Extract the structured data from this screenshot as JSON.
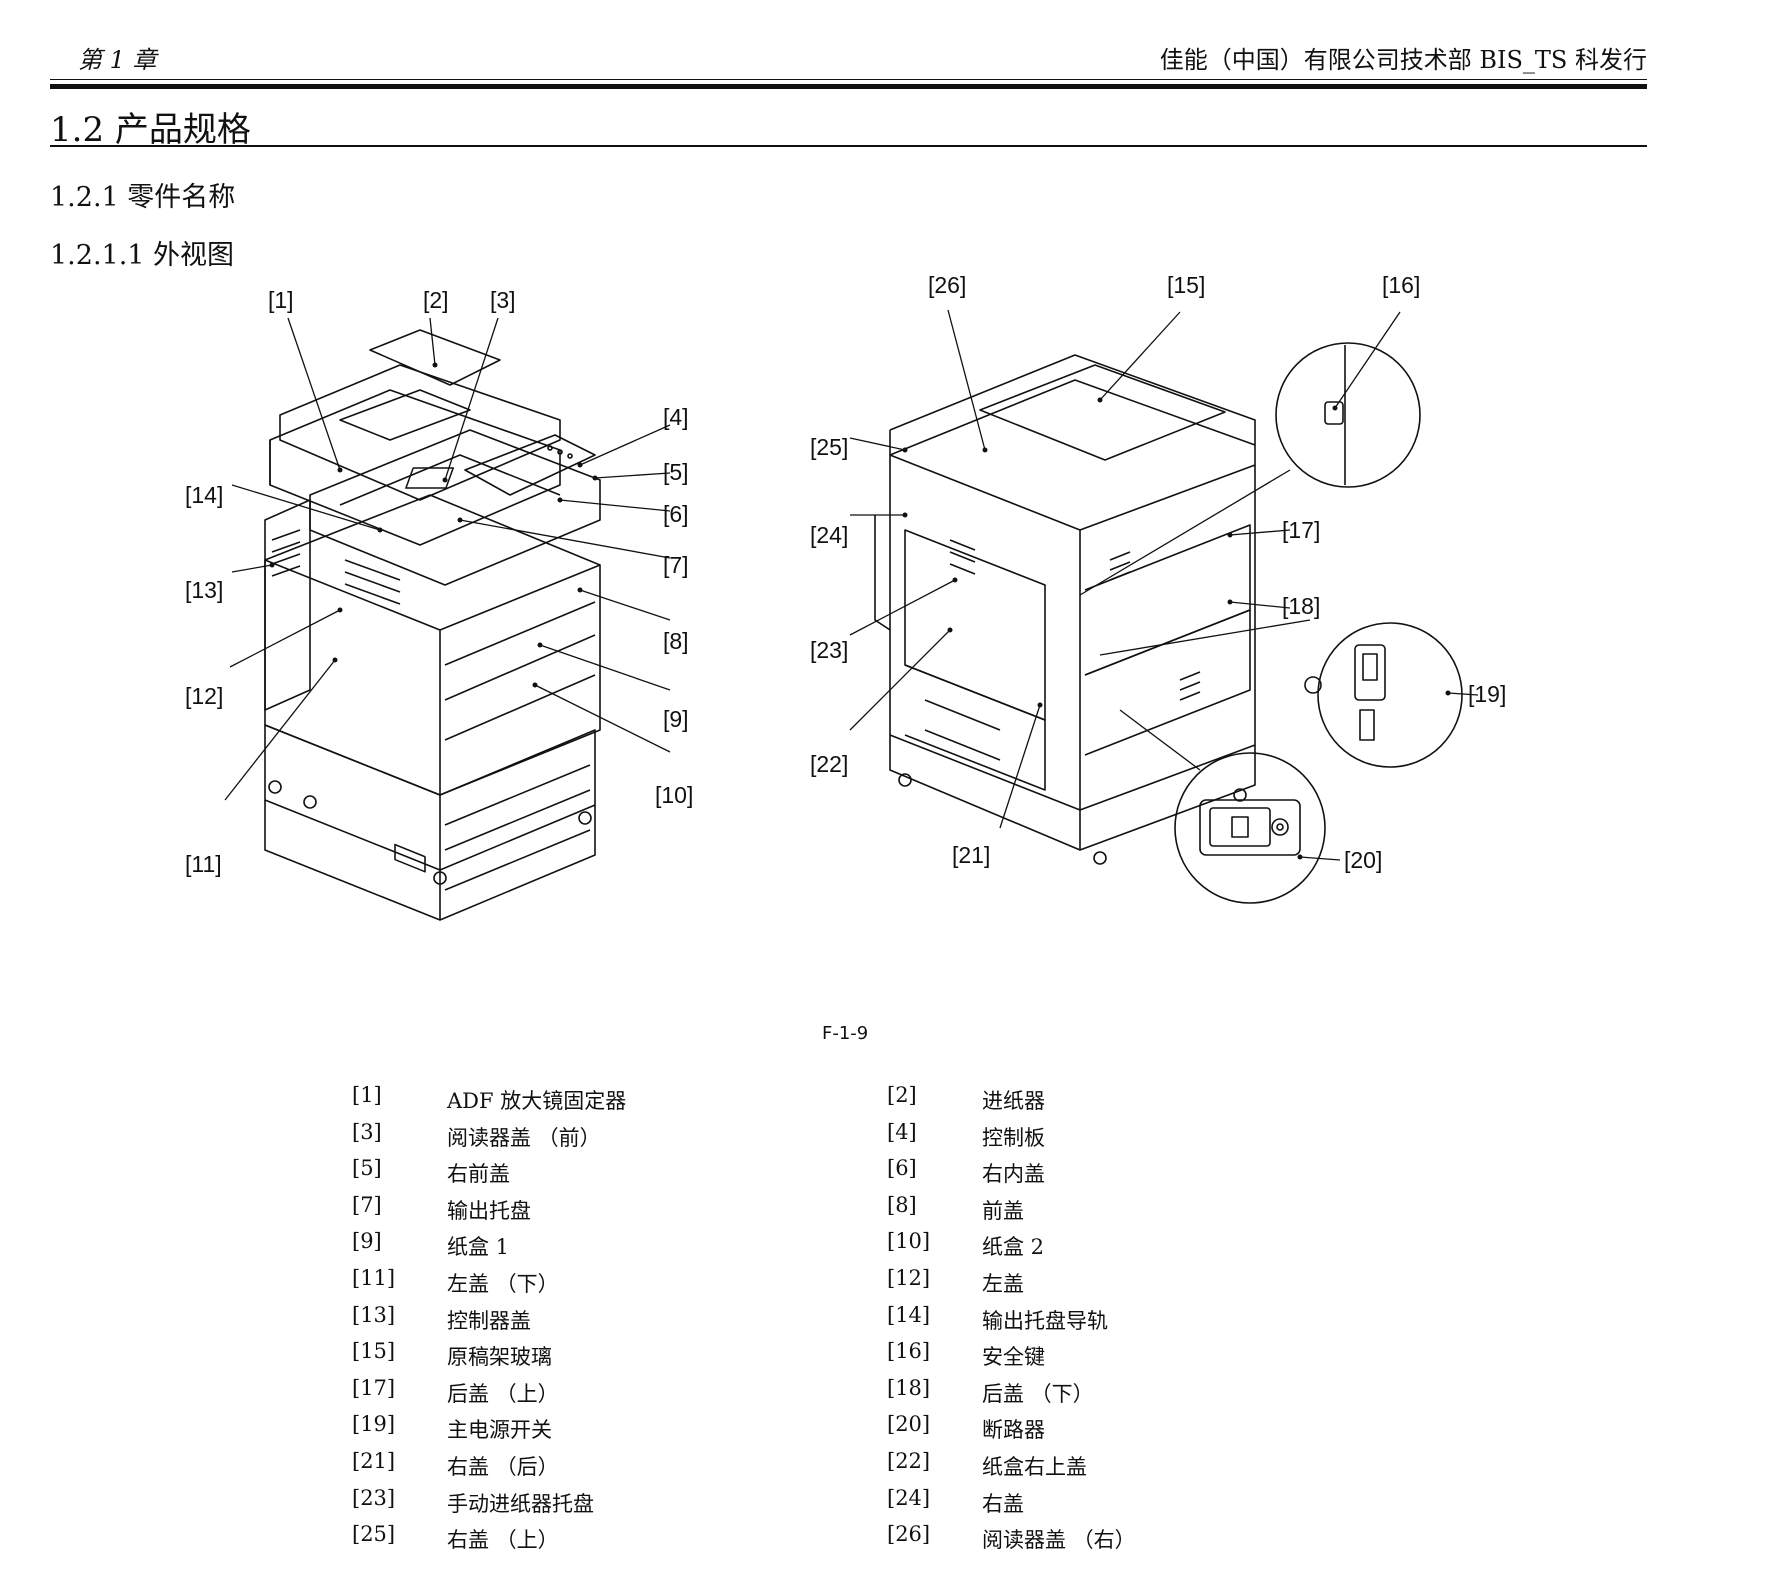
{
  "header": {
    "chapter": "第 1 章",
    "organization": "佳能（中国）有限公司技术部 BIS_TS 科发行"
  },
  "section": {
    "title": "1.2 产品规格",
    "subsection": "1.2.1 零件名称",
    "subsubsection": "1.2.1.1 外视图"
  },
  "figure": {
    "caption": "F-1-9",
    "callouts": [
      "[1]",
      "[2]",
      "[3]",
      "[4]",
      "[5]",
      "[6]",
      "[7]",
      "[8]",
      "[9]",
      "[10]",
      "[11]",
      "[12]",
      "[13]",
      "[14]",
      "[15]",
      "[16]",
      "[17]",
      "[18]",
      "[19]",
      "[20]",
      "[21]",
      "[22]",
      "[23]",
      "[24]",
      "[25]",
      "[26]"
    ]
  },
  "parts": [
    {
      "num": "[1]",
      "name": "ADF 放大镜固定器"
    },
    {
      "num": "[2]",
      "name": "进纸器"
    },
    {
      "num": "[3]",
      "name": "阅读器盖 （前）"
    },
    {
      "num": "[4]",
      "name": "控制板"
    },
    {
      "num": "[5]",
      "name": "右前盖"
    },
    {
      "num": "[6]",
      "name": "右内盖"
    },
    {
      "num": "[7]",
      "name": "输出托盘"
    },
    {
      "num": "[8]",
      "name": "前盖"
    },
    {
      "num": "[9]",
      "name": "纸盒 1"
    },
    {
      "num": "[10]",
      "name": "纸盒 2"
    },
    {
      "num": "[11]",
      "name": "左盖 （下）"
    },
    {
      "num": "[12]",
      "name": "左盖"
    },
    {
      "num": "[13]",
      "name": "控制器盖"
    },
    {
      "num": "[14]",
      "name": "输出托盘导轨"
    },
    {
      "num": "[15]",
      "name": "原稿架玻璃"
    },
    {
      "num": "[16]",
      "name": "安全键"
    },
    {
      "num": "[17]",
      "name": "后盖 （上）"
    },
    {
      "num": "[18]",
      "name": "后盖 （下）"
    },
    {
      "num": "[19]",
      "name": "主电源开关"
    },
    {
      "num": "[20]",
      "name": "断路器"
    },
    {
      "num": "[21]",
      "name": "右盖 （后）"
    },
    {
      "num": "[22]",
      "name": "纸盒右上盖"
    },
    {
      "num": "[23]",
      "name": "手动进纸器托盘"
    },
    {
      "num": "[24]",
      "name": "右盖"
    },
    {
      "num": "[25]",
      "name": "右盖 （上）"
    },
    {
      "num": "[26]",
      "name": "阅读器盖 （右）"
    }
  ]
}
